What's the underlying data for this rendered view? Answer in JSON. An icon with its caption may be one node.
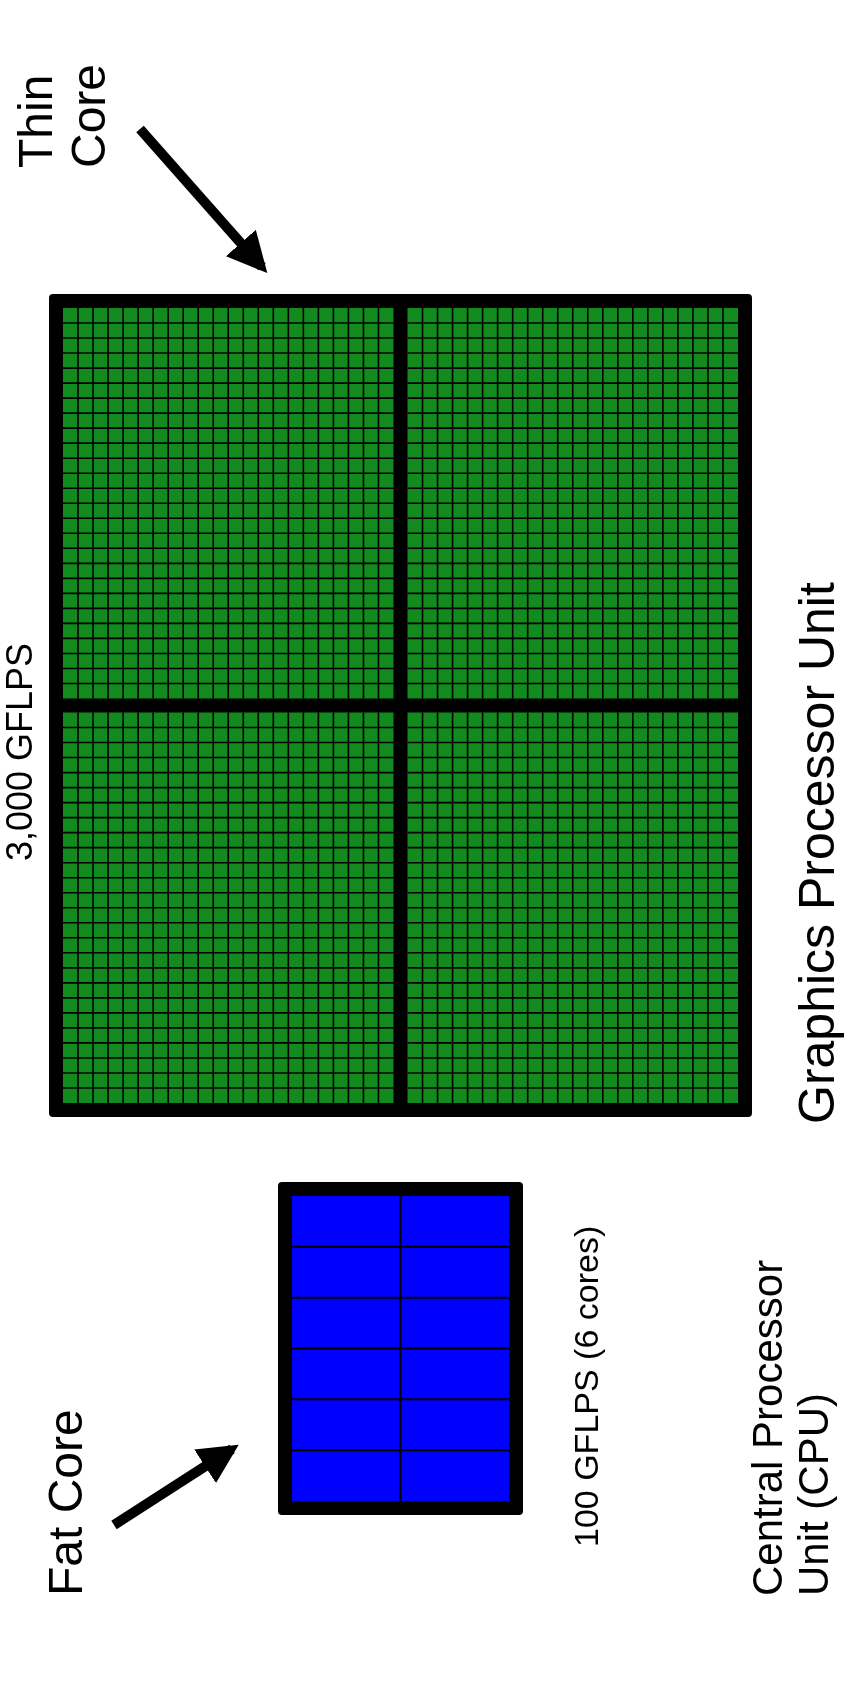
{
  "diagram": {
    "nodes": [
      {
        "text": [
          "Thin Core"
        ]
      },
      {
        "text": [],
        "shape": "box"
      },
      {
        "text": [],
        "shape": "box"
      },
      {
        "text": [
          "Fat Core"
        ]
      }
    ],
    "edges": [
      {
        "from": 0,
        "to": 1,
        "arrow": "to"
      },
      {
        "from": 3,
        "to": 2,
        "arrow": "to"
      }
    ],
    "labels": [
      "100 GFLPS (6 cores)",
      "Central Processor Unit (CPU)",
      "3,000 GFLPS",
      "Graphics Processor Unit"
    ]
  }
}
